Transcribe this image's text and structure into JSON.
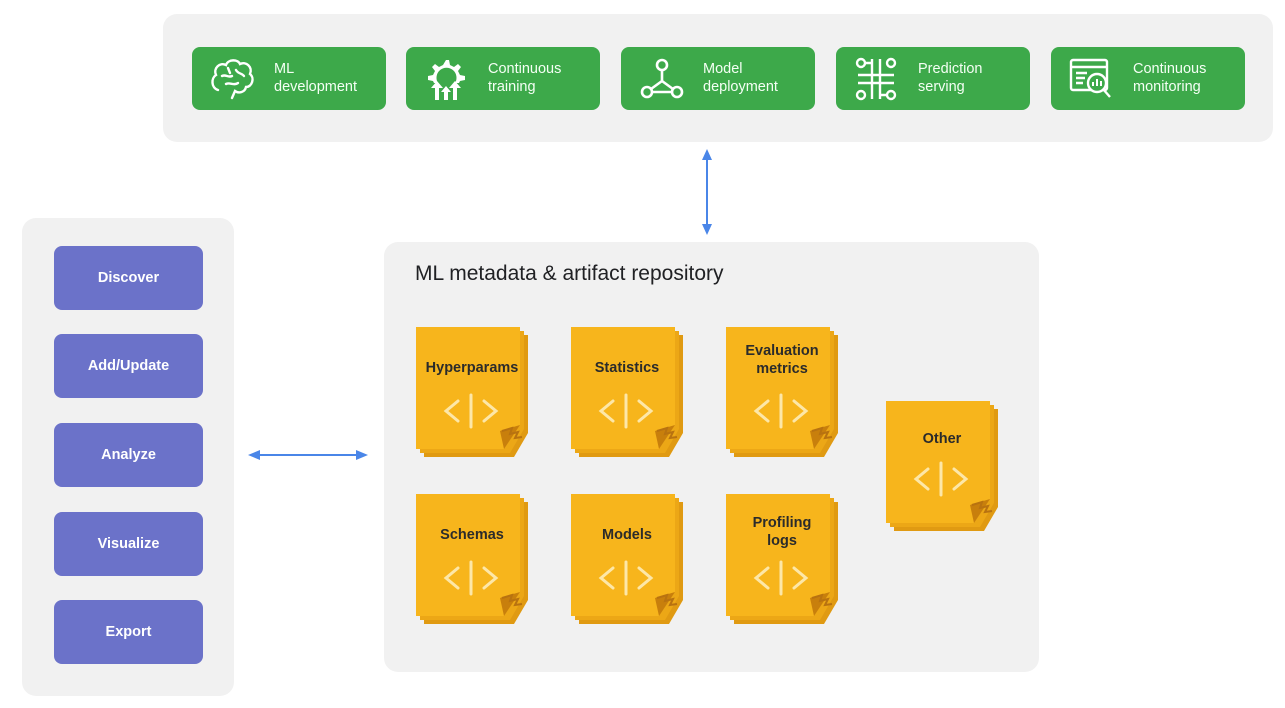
{
  "pipeline": {
    "stages": [
      {
        "label": "ML\ndevelopment",
        "icon": "brain-icon"
      },
      {
        "label": "Continuous\ntraining",
        "icon": "gear-arrows-icon"
      },
      {
        "label": "Model\ndeployment",
        "icon": "network-nodes-icon"
      },
      {
        "label": "Prediction\nserving",
        "icon": "circuit-icon"
      },
      {
        "label": "Continuous\nmonitoring",
        "icon": "monitor-chart-icon"
      }
    ]
  },
  "actions": {
    "items": [
      "Discover",
      "Add/Update",
      "Analyze",
      "Visualize",
      "Export"
    ]
  },
  "repository": {
    "title": "ML metadata & artifact repository",
    "artifacts": [
      {
        "label": "Hyperparams",
        "icon": "code-icon"
      },
      {
        "label": "Statistics",
        "icon": "code-icon"
      },
      {
        "label": "Evaluation\nmetrics",
        "icon": "code-icon"
      },
      {
        "label": "Schemas",
        "icon": "code-icon"
      },
      {
        "label": "Models",
        "icon": "code-icon"
      },
      {
        "label": "Profiling\nlogs",
        "icon": "code-icon"
      },
      {
        "label": "Other",
        "icon": "code-icon"
      }
    ]
  },
  "colors": {
    "stage_green": "#3da94a",
    "action_purple": "#6b72c9",
    "artifact_yellow": "#f7b51c",
    "arrow_blue": "#4a86e8",
    "panel_gray": "#f1f1f1"
  }
}
